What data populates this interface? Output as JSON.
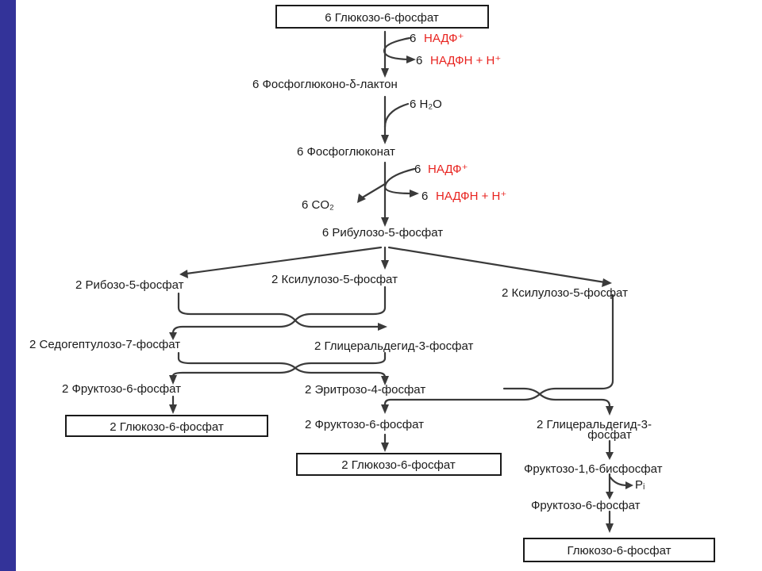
{
  "slide": {
    "accent_color": "#333399",
    "cofactor_color": "#e8231f"
  },
  "pathway": {
    "start": "6 Глюкозо-6-фосфат",
    "step1_in_coef": "6",
    "step1_in": "НАДФ⁺",
    "step1_out_coef": "6",
    "step1_out": "НАДФН + Н⁺",
    "lactone": "6  Фосфоглюконо-δ-лактон",
    "step2_in": "6  H₂O",
    "gluconate": "6  Фосфоглюконат",
    "step3_in_coef": "6",
    "step3_in": "НАДФ⁺",
    "step3_out_coef": "6",
    "step3_out": "НАДФН + Н⁺",
    "co2": "6  CO₂",
    "ribulose": "6 Рибулозо-5-фосфат",
    "ribose": "2 Рибозо-5-фосфат",
    "xylulose_a": "2 Ксилулозо-5-фосфат",
    "xylulose_b": "2 Ксилулозо-5-фосфат",
    "sedoheptulose": "2 Седогептулозо-7-фосфат",
    "gap_a": "2 Глицеральдегид-3-фосфат",
    "fructose_a": "2 Фруктозо-6-фосфат",
    "erythrose": "2 Эритрозо-4-фосфат",
    "glucose_a": "2 Глюкозо-6-фосфат",
    "fructose_b": "2 Фруктозо-6-фосфат",
    "gap_b_line1": "2 Глицеральдегид-3-",
    "gap_b_line2": "фосфат",
    "glucose_b": "2 Глюкозо-6-фосфат",
    "fbp": "Фруктозо-1,6-бисфосфат",
    "pi": "Pᵢ",
    "fructose_c": "Фруктозо-6-фосфат",
    "glucose_c": "Глюкозо-6-фосфат"
  }
}
